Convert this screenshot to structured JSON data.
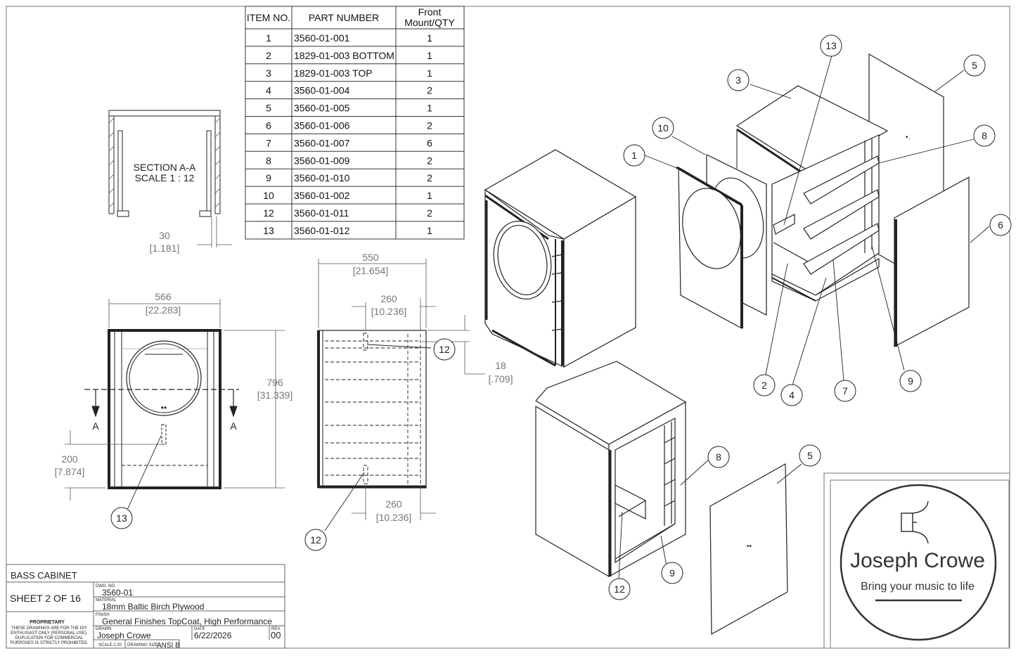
{
  "bom": {
    "headers": [
      "ITEM NO.",
      "PART NUMBER",
      "Front",
      "Mount/QTY"
    ],
    "rows": [
      {
        "item": "1",
        "part": "3560-01-001",
        "qty": "1"
      },
      {
        "item": "2",
        "part": "1829-01-003 BOTTOM",
        "qty": "1"
      },
      {
        "item": "3",
        "part": "1829-01-003 TOP",
        "qty": "1"
      },
      {
        "item": "4",
        "part": "3560-01-004",
        "qty": "2"
      },
      {
        "item": "5",
        "part": "3560-01-005",
        "qty": "1"
      },
      {
        "item": "6",
        "part": "3560-01-006",
        "qty": "2"
      },
      {
        "item": "7",
        "part": "3560-01-007",
        "qty": "6"
      },
      {
        "item": "8",
        "part": "3560-01-009",
        "qty": "2"
      },
      {
        "item": "9",
        "part": "3560-01-010",
        "qty": "2"
      },
      {
        "item": "10",
        "part": "3560-01-002",
        "qty": "1"
      },
      {
        "item": "12",
        "part": "3560-01-011",
        "qty": "2"
      },
      {
        "item": "13",
        "part": "3560-01-012",
        "qty": "1"
      }
    ]
  },
  "section": {
    "line1": "SECTION A-A",
    "line2": "SCALE 1 : 12",
    "marker": "A"
  },
  "dims": {
    "d30": "30",
    "d30in": "[1.181]",
    "d566": "566",
    "d566in": "[22.283]",
    "d796": "796",
    "d796in": "[31.339]",
    "d200": "200",
    "d200in": "[7.874]",
    "d550": "550",
    "d550in": "[21.654]",
    "d260": "260",
    "d260in": "[10.236]",
    "d18": "18",
    "d18in": "[.709]"
  },
  "balloons": [
    "1",
    "2",
    "3",
    "4",
    "5",
    "6",
    "7",
    "8",
    "9",
    "10",
    "12",
    "13"
  ],
  "title_block": {
    "title": "BASS CABINET",
    "sheet": "SHEET 2 OF 16",
    "proprietary_head": "PROPRIETARY",
    "proprietary_lines": [
      "THESE DRAWINGS ARE FOR THE DIY",
      "ENTHUSIAST ONLY (PERSONAL USE).",
      "DUPLICATION FOR COMMERCIAL",
      "PURPOSES IS STRICTLY PROHIBITED."
    ],
    "dwg_no_label": "DWG. NO.",
    "dwg_no": "3560-01",
    "material_label": "MATERIAL",
    "material": "18mm Baltic Birch Plywood",
    "finish_label": "FINISH",
    "finish": "General Finishes TopCoat, High Performance",
    "drawn_label": "DRAWN",
    "drawn": "Joseph Crowe",
    "date_label": "DATE",
    "date": "6/22/2026",
    "rev_label": "REV.",
    "rev": "00",
    "scale_label": "SCALE:1:20",
    "size_label": "DRAWING SIZE",
    "size": "ANSI B"
  },
  "logo": {
    "name": "Joseph Crowe",
    "tagline": "Bring your music to life"
  }
}
